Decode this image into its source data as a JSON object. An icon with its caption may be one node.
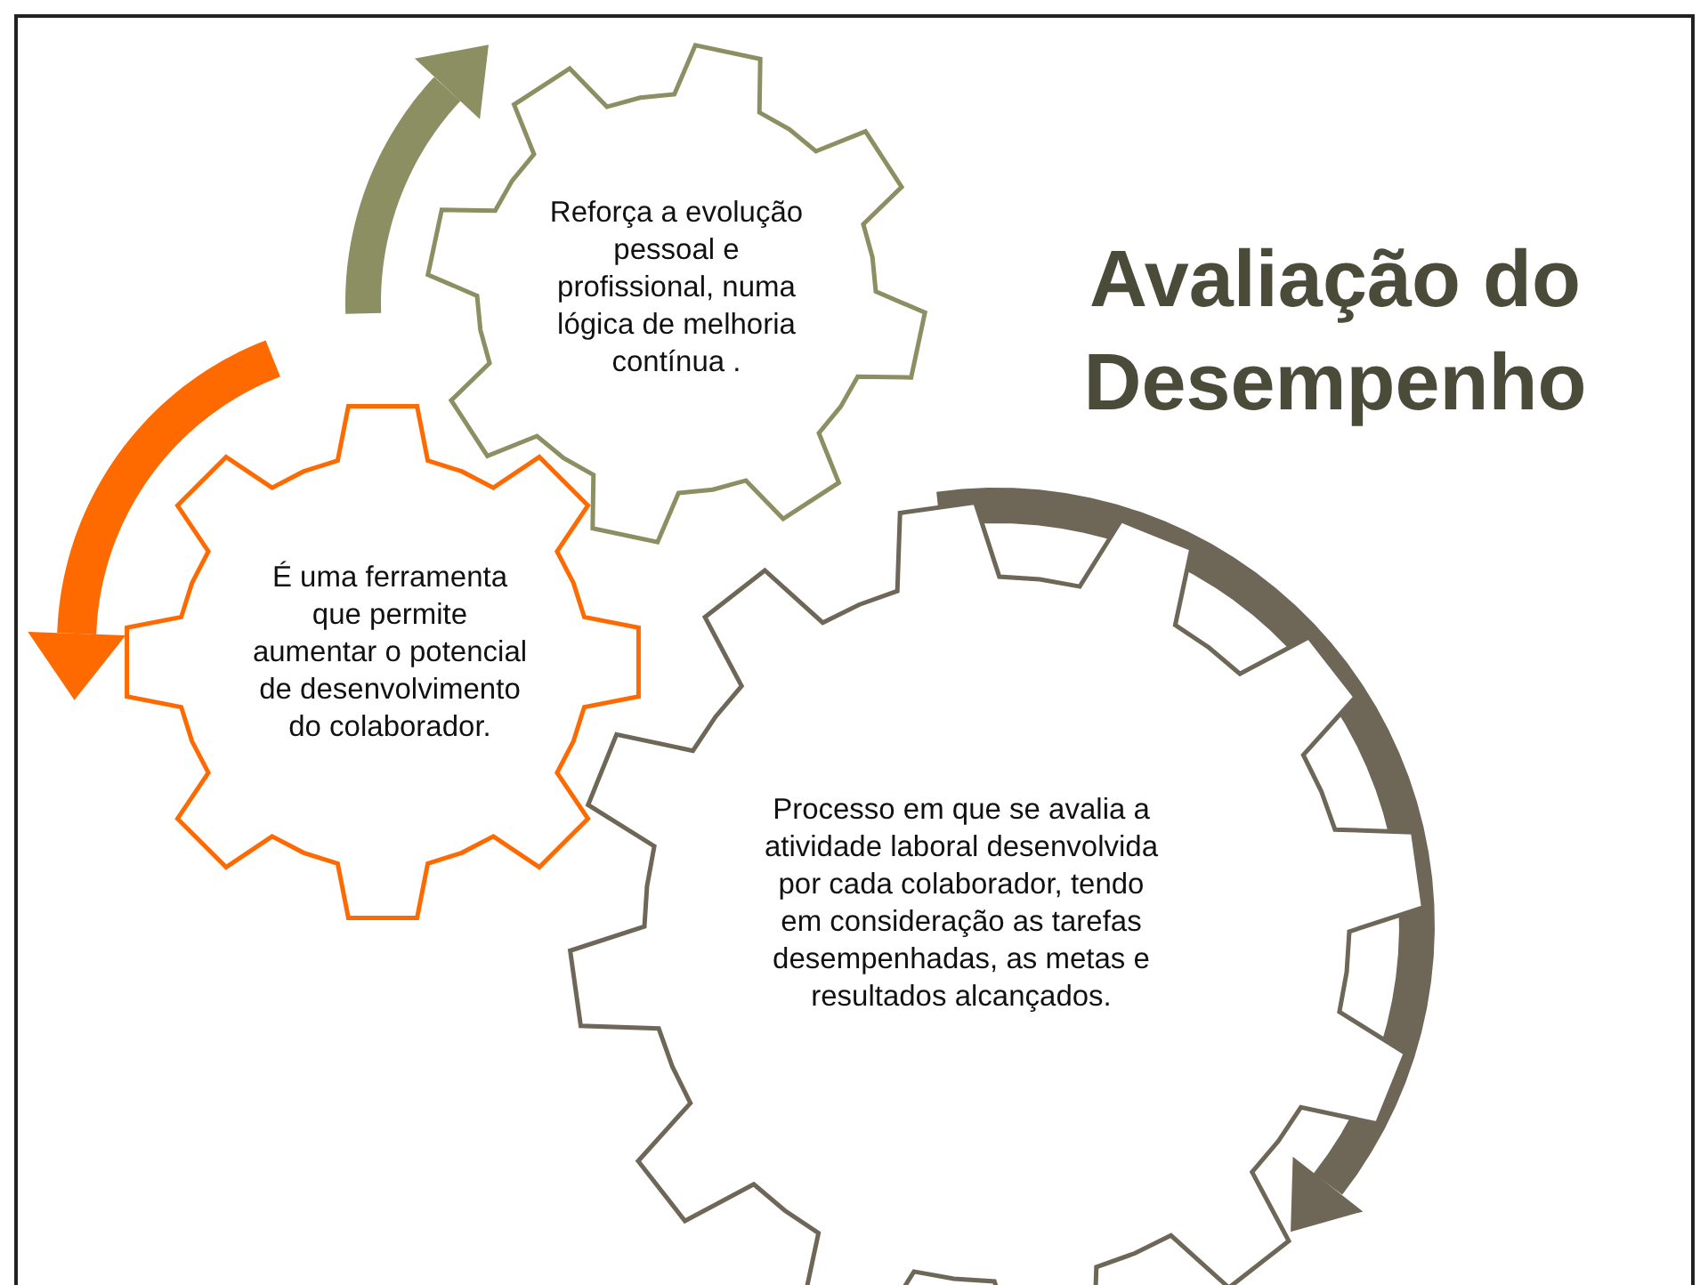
{
  "diagram": {
    "title": "Avaliação do Desempenho",
    "nodes": [
      {
        "text": [
          "Reforça a evolução pessoal e profissional, numa lógica de melhoria contínua ."
        ]
      },
      {
        "text": [
          "É uma ferramenta que permite aumentar o potencial de desenvolvimento do colaborador."
        ]
      },
      {
        "text": [
          "Processo em que se avalia a atividade laboral desenvolvida por cada colaborador, tendo em consideração as tarefas desempenhadas, as metas e resultados alcançados."
        ]
      }
    ]
  }
}
